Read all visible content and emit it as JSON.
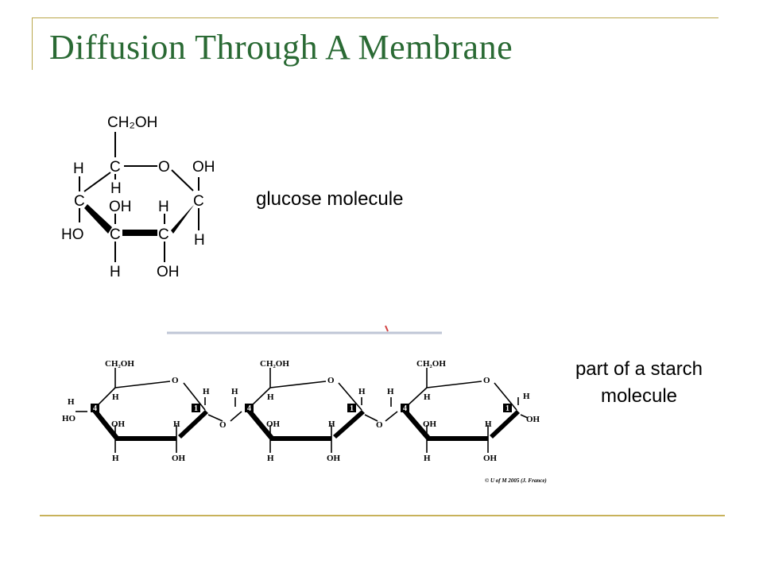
{
  "slide": {
    "title": "Diffusion Through A Membrane",
    "accent_color": "#b9a64a",
    "title_color": "#2a6a34"
  },
  "glucose": {
    "label": "glucose molecule",
    "atoms": {
      "ch2oh": "CH₂OH",
      "c": "C",
      "o": "O",
      "h": "H",
      "oh": "OH",
      "ho": "HO"
    }
  },
  "starch": {
    "label": "part of a starch molecule",
    "ring_labels": {
      "c4": "4",
      "c1": "1"
    },
    "atoms": {
      "ch2oh": "CH₂OH",
      "o": "O",
      "h": "H",
      "oh": "OH",
      "ho": "HO"
    },
    "copyright": "© U of M 2005 (J. France)"
  }
}
